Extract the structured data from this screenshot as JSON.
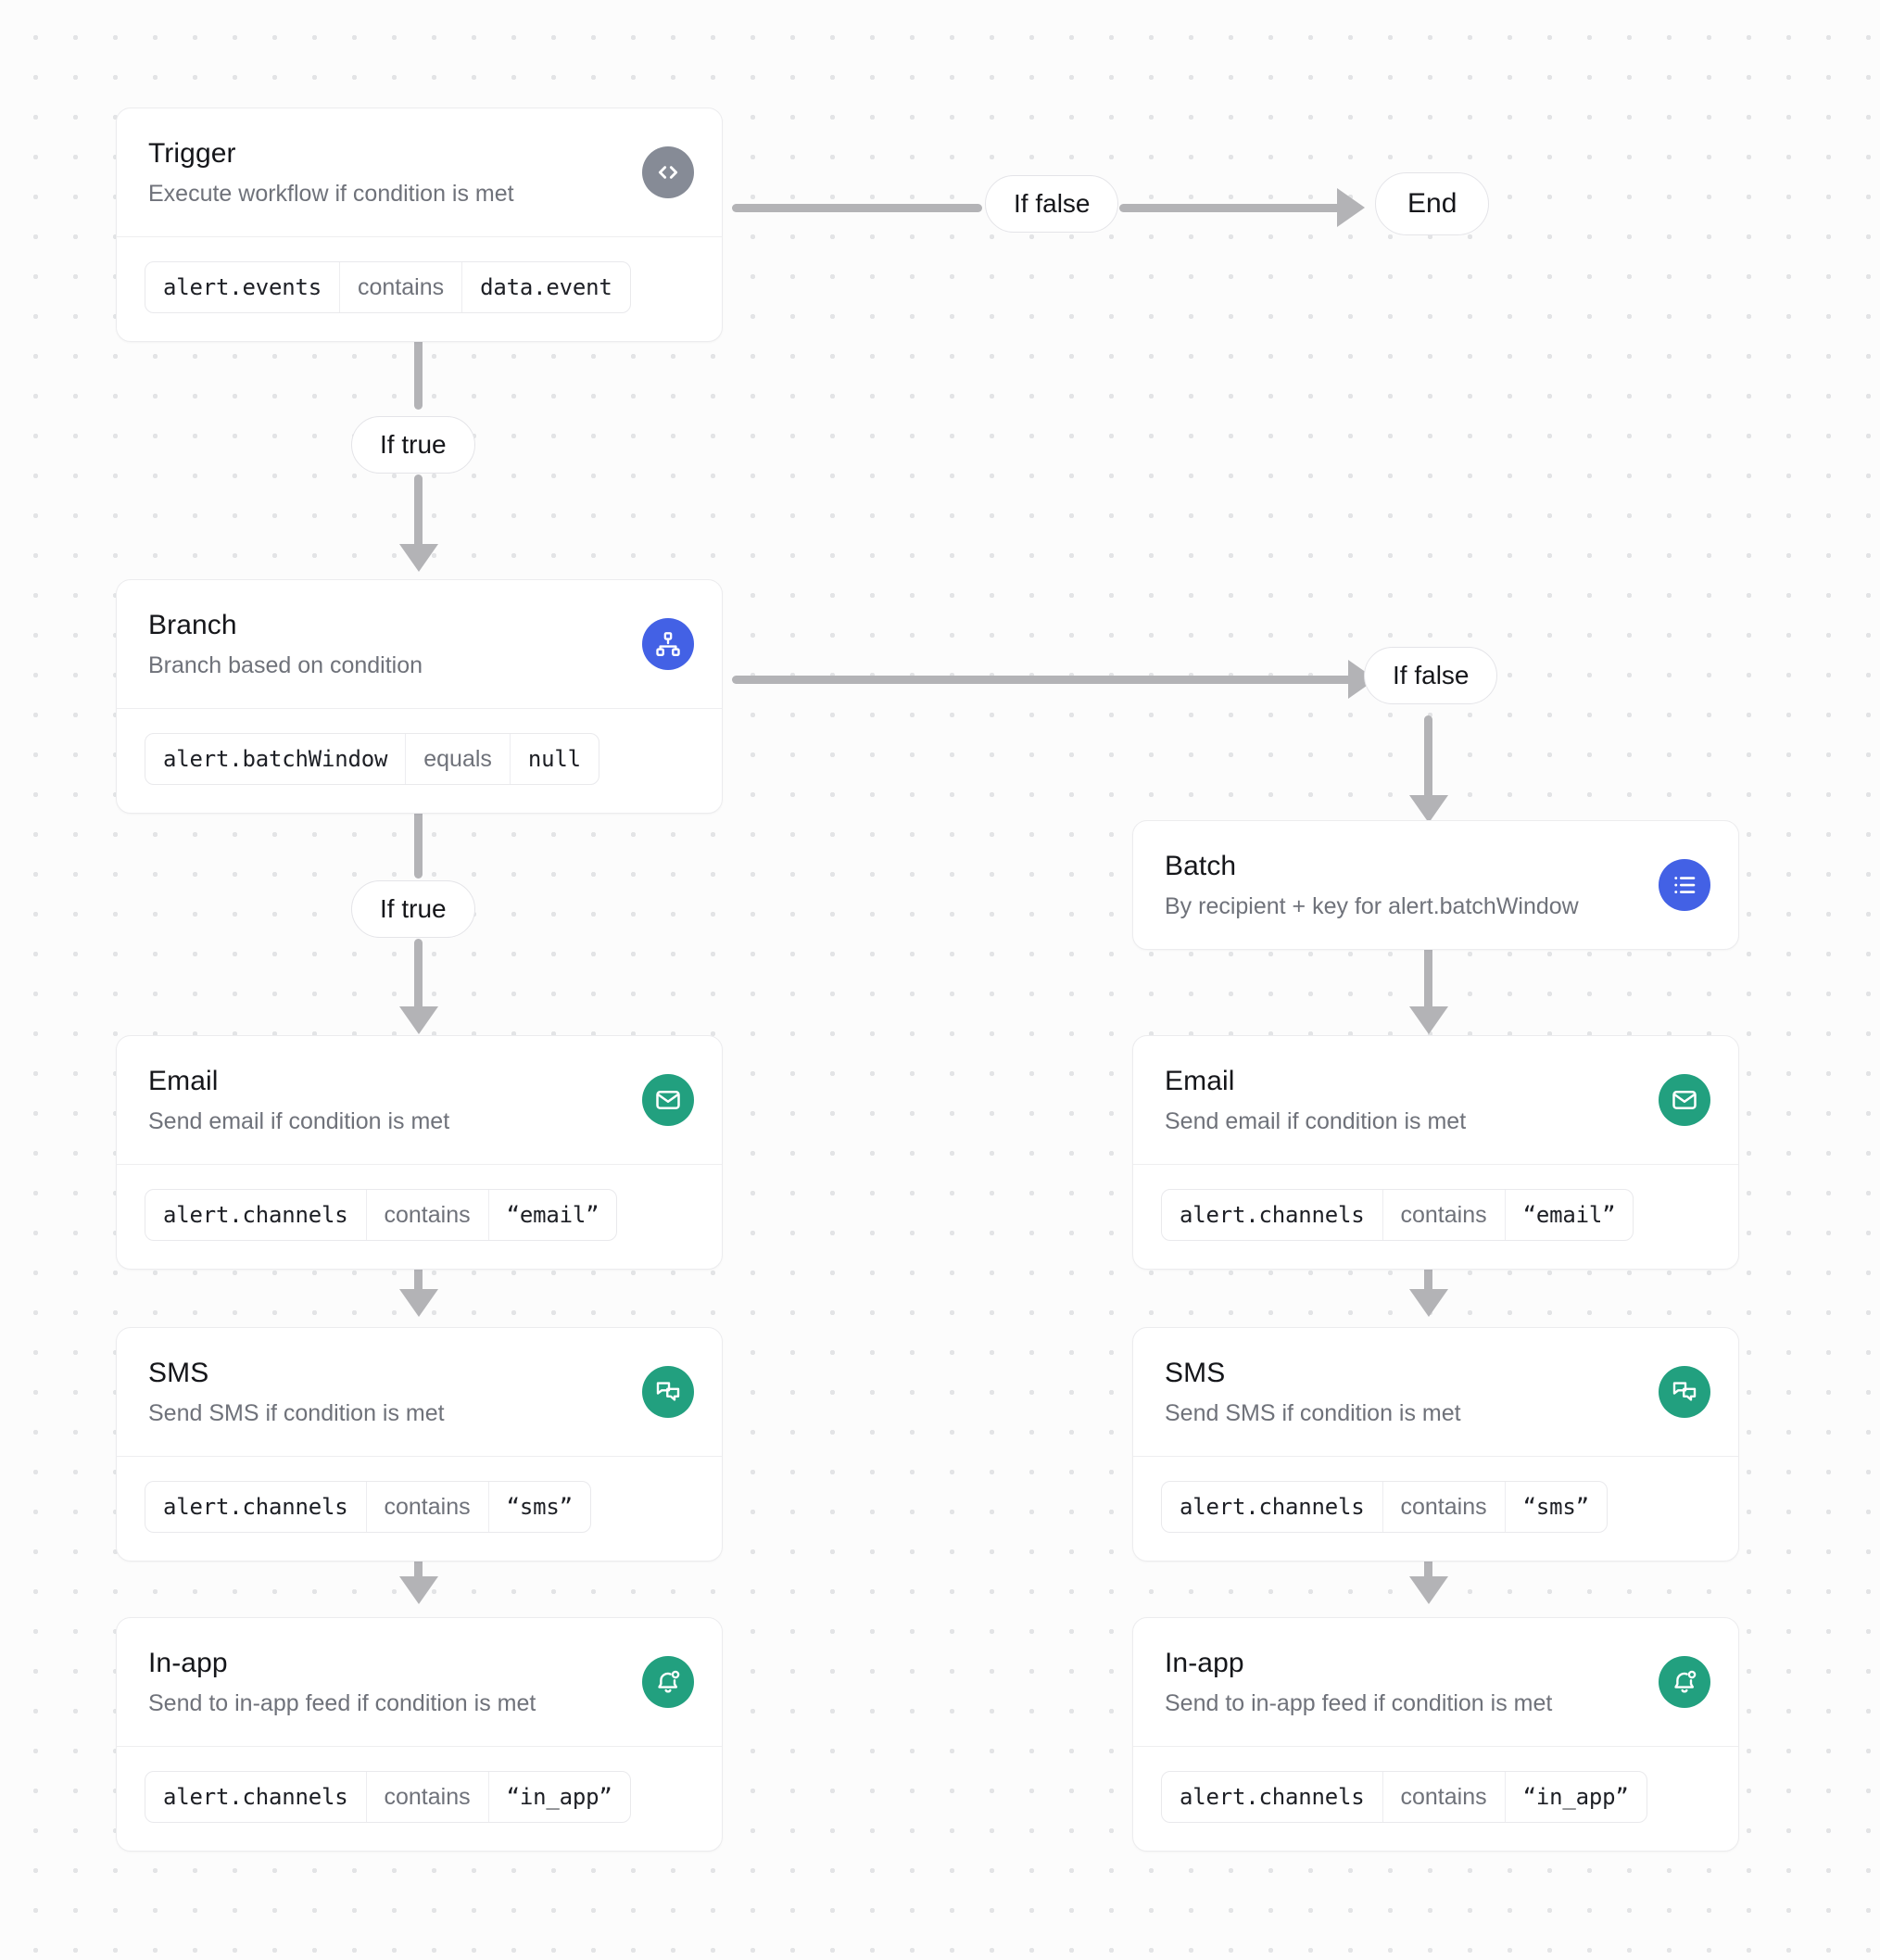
{
  "canvas": {
    "background": "#fcfcfc",
    "dot_color": "#e3e4e6"
  },
  "colors": {
    "trigger_icon": "#868b96",
    "branch_icon": "#4361e5",
    "batch_icon": "#4361e5",
    "channel_icon": "#22a07f",
    "edge": "#b3b3b6",
    "card_border": "#ececee",
    "title": "#15161a",
    "subtitle": "#6f727a"
  },
  "nodes": {
    "trigger": {
      "title": "Trigger",
      "subtitle": "Execute workflow if condition is met",
      "icon": "code-icon",
      "condition": {
        "field": "alert.events",
        "operator": "contains",
        "value": "data.event"
      }
    },
    "branch": {
      "title": "Branch",
      "subtitle": "Branch based on condition",
      "icon": "sitemap-icon",
      "condition": {
        "field": "alert.batchWindow",
        "operator": "equals",
        "value": "null"
      }
    },
    "batch": {
      "title": "Batch",
      "subtitle": "By recipient + key for alert.batchWindow",
      "icon": "list-icon"
    },
    "email_left": {
      "title": "Email",
      "subtitle": "Send email if condition is met",
      "icon": "envelope-icon",
      "condition": {
        "field": "alert.channels",
        "operator": "contains",
        "value": "“email”"
      }
    },
    "sms_left": {
      "title": "SMS",
      "subtitle": "Send SMS if condition is met",
      "icon": "chat-bubbles-icon",
      "condition": {
        "field": "alert.channels",
        "operator": "contains",
        "value": "“sms”"
      }
    },
    "inapp_left": {
      "title": "In-app",
      "subtitle": "Send to in-app feed if condition is met",
      "icon": "bell-dot-icon",
      "condition": {
        "field": "alert.channels",
        "operator": "contains",
        "value": "“in_app”"
      }
    },
    "email_right": {
      "title": "Email",
      "subtitle": "Send email if condition is met",
      "icon": "envelope-icon",
      "condition": {
        "field": "alert.channels",
        "operator": "contains",
        "value": "“email”"
      }
    },
    "sms_right": {
      "title": "SMS",
      "subtitle": "Send SMS if condition is met",
      "icon": "chat-bubbles-icon",
      "condition": {
        "field": "alert.channels",
        "operator": "contains",
        "value": "“sms”"
      }
    },
    "inapp_right": {
      "title": "In-app",
      "subtitle": "Send to in-app feed if condition is met",
      "icon": "bell-dot-icon",
      "condition": {
        "field": "alert.channels",
        "operator": "contains",
        "value": "“in_app”"
      }
    }
  },
  "labels": {
    "trigger_false": "If false",
    "trigger_true": "If true",
    "branch_false": "If false",
    "branch_true": "If true",
    "end": "End"
  }
}
